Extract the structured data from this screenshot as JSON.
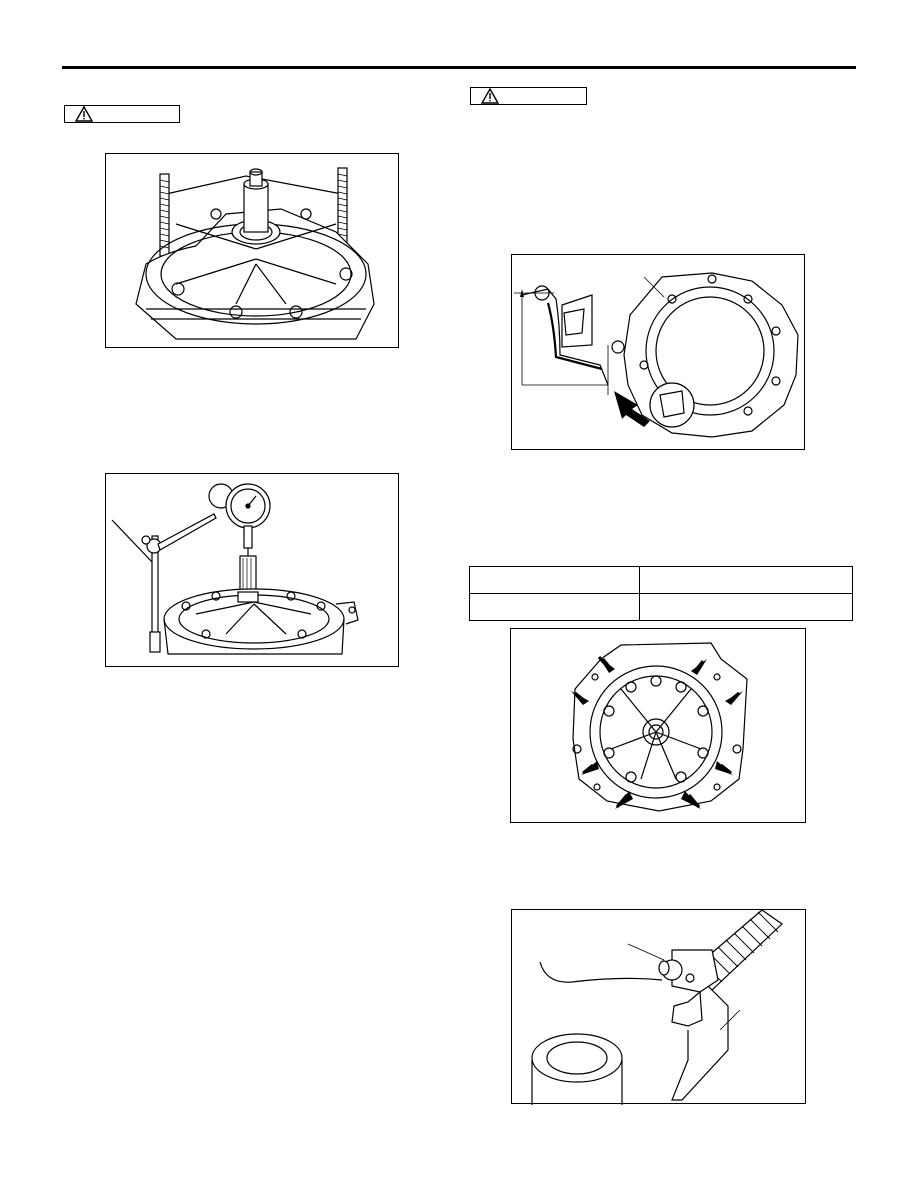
{
  "cautions": [
    {
      "label": ""
    },
    {
      "label": ""
    }
  ],
  "spec_table": {
    "rows": [
      [
        "",
        ""
      ],
      [
        "",
        ""
      ]
    ]
  },
  "figures": [
    {
      "name": "oil-pump-with-guide-bolts",
      "icon": "transfer-pump-studs-illustration"
    },
    {
      "name": "dial-gauge-endplay-measurement",
      "icon": "dial-indicator-illustration"
    },
    {
      "name": "housing-sealant-application",
      "icon": "sealant-bead-illustration"
    },
    {
      "name": "bolt-tightening-locations",
      "icon": "bolt-arrows-illustration"
    },
    {
      "name": "hose-clamp-installation",
      "icon": "hose-clamp-illustration"
    }
  ],
  "colors": {
    "line": "#000000",
    "background": "#ffffff"
  }
}
